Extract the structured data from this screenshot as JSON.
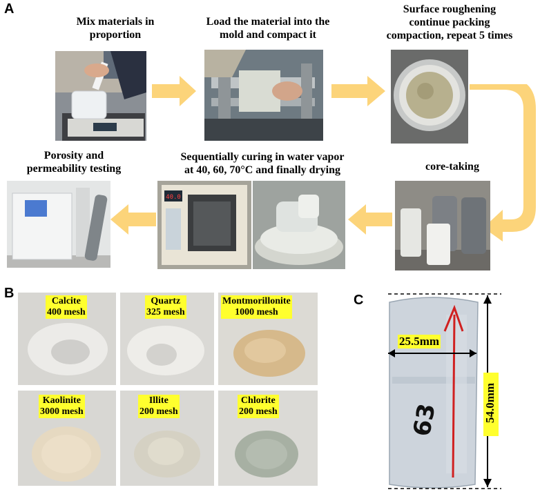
{
  "panels": {
    "a": "A",
    "b": "B",
    "c": "C"
  },
  "steps": {
    "mix": "Mix materials in proportion",
    "load": "Load the material into the mold and compact it",
    "rough1": "Surface roughening",
    "rough2": "continue packing",
    "rough3": "compaction, repeat 5 times",
    "core": "core-taking",
    "curing1": "Sequentially curing in water vapor",
    "curing2": "at 40, 60, 70°C and finally drying",
    "poro1": "Porosity and",
    "poro2": "permeability testing"
  },
  "minerals": [
    {
      "name": "Calcite",
      "mesh": "400 mesh"
    },
    {
      "name": "Quartz",
      "mesh": "325 mesh"
    },
    {
      "name": "Montmorillonite",
      "mesh": "1000 mesh"
    },
    {
      "name": "Kaolinite",
      "mesh": "3000 mesh"
    },
    {
      "name": "Illite",
      "mesh": "200 mesh"
    },
    {
      "name": "Chlorite",
      "mesh": "200 mesh"
    }
  ],
  "core_sample": {
    "diameter": "25.5mm",
    "height": "54.0mm",
    "marker": "63"
  },
  "oven_display": "40.0",
  "colors": {
    "arrow": "#fcd47a",
    "label_bg": "#ffff2e",
    "dimension_line": "#000000"
  }
}
